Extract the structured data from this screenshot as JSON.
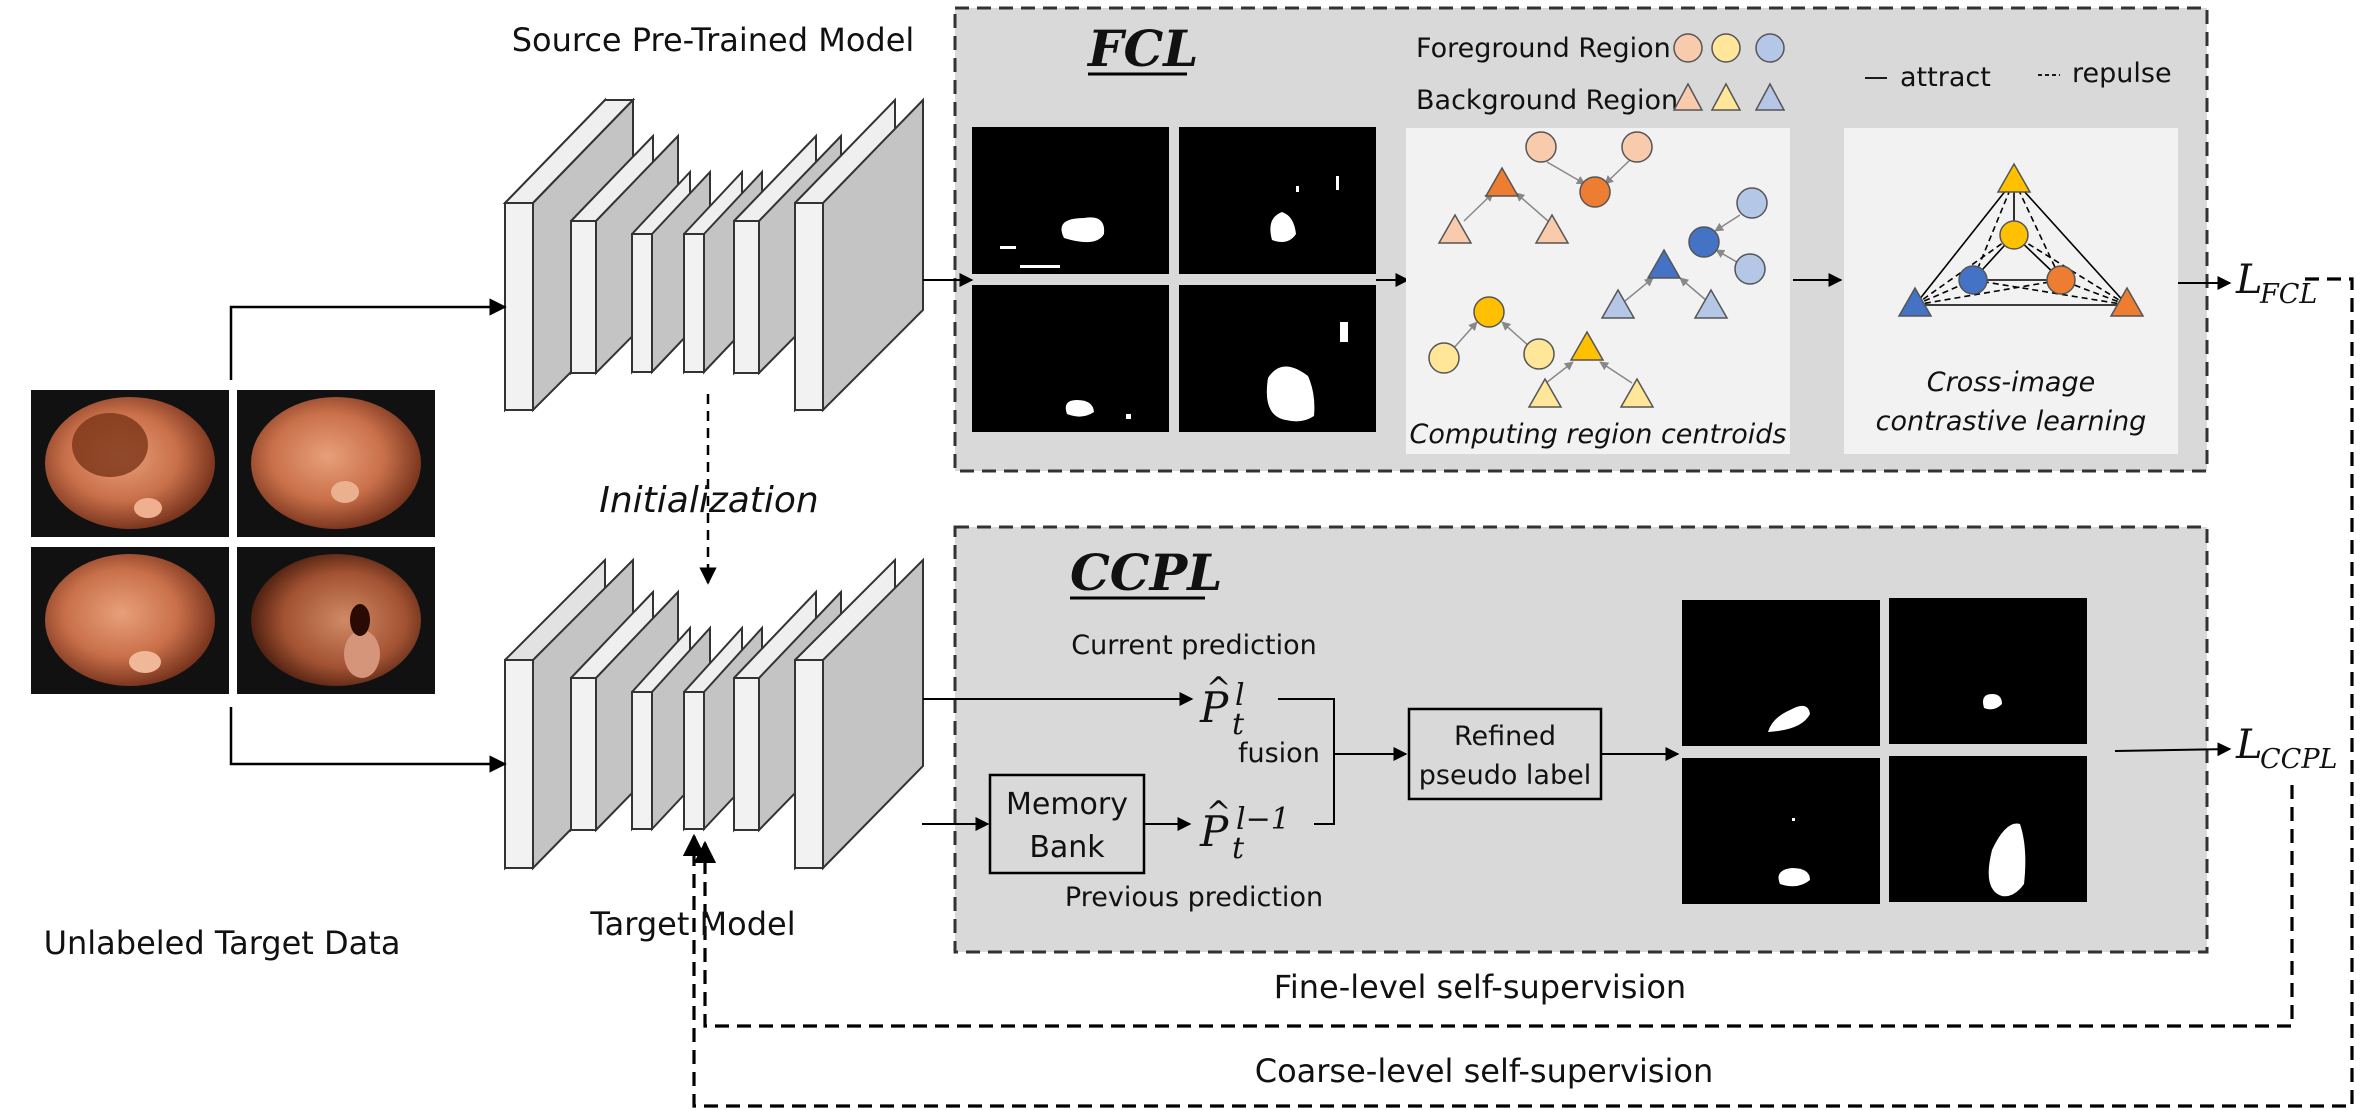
{
  "labels": {
    "source_model": "Source Pre-Trained Model",
    "initialization": "Initialization",
    "target_model": "Target Model",
    "unlabeled_data": "Unlabeled Target Data",
    "fine_level": "Fine-level self-supervision",
    "coarse_level": "Coarse-level self-supervision"
  },
  "fcl": {
    "title": "FCL",
    "foreground": "Foreground Region",
    "background": "Background Region",
    "attract": "attract",
    "repulse": "repulse",
    "centroids_caption": "Computing region centroids",
    "cross_image_line1": "Cross-image",
    "cross_image_line2": "contrastive learning",
    "loss_main": "L",
    "loss_sub": "FCL"
  },
  "ccpl": {
    "title": "CCPL",
    "current_prediction": "Current prediction",
    "previous_prediction": "Previous prediction",
    "fusion": "fusion",
    "memory_line1": "Memory",
    "memory_line2": "Bank",
    "refined_line1": "Refined",
    "refined_line2": "pseudo label",
    "p_base": "P",
    "p_hat": "^",
    "current_sub": "t",
    "current_sup": "l",
    "previous_sub": "t",
    "previous_sup": "l−1",
    "loss_main": "L",
    "loss_sub": "CCPL"
  },
  "colors": {
    "panel_fill": "#d9d9d9",
    "light_orange": "#f8cbad",
    "orange": "#ed7d31",
    "light_yellow": "#ffe699",
    "yellow": "#ffc000",
    "light_blue": "#b4c7e7",
    "blue": "#4472c4"
  }
}
